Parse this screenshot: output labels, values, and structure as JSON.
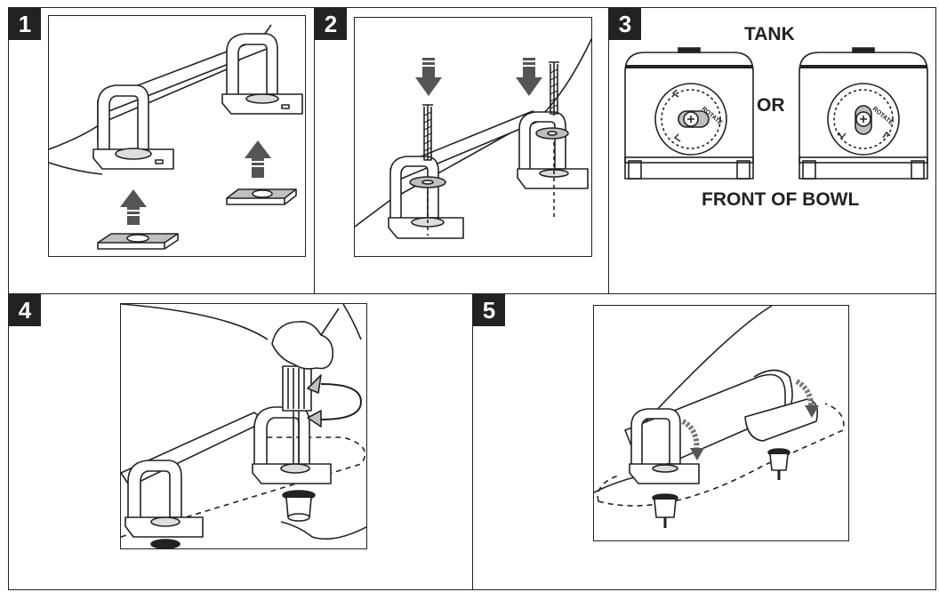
{
  "steps": [
    {
      "number": "1"
    },
    {
      "number": "2"
    },
    {
      "number": "3",
      "labels": {
        "top": "TANK",
        "middle": "OR",
        "bottom": "FRONT OF BOWL",
        "dial_text": "ROTATE"
      }
    },
    {
      "number": "4"
    },
    {
      "number": "5"
    }
  ],
  "colors": {
    "ink": "#222222",
    "arrow_gray": "#555555",
    "shade": "#bfbfbf"
  }
}
